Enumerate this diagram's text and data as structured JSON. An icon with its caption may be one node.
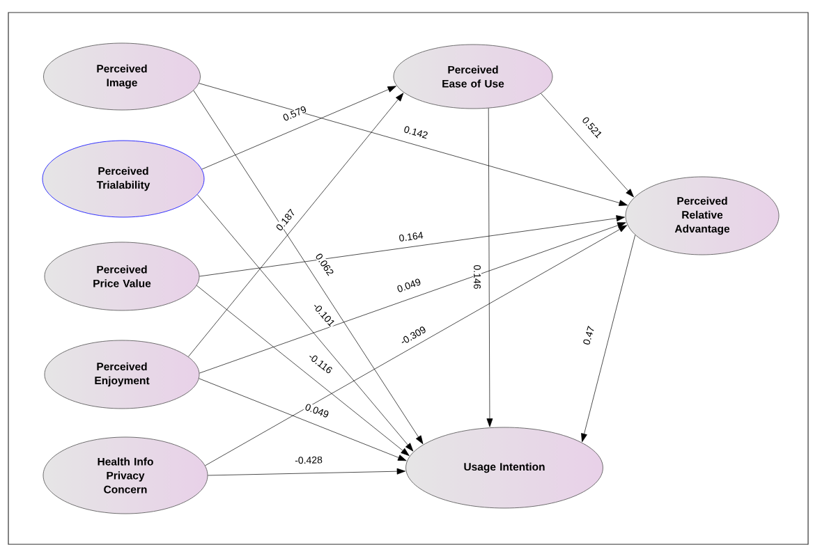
{
  "diagram": {
    "nodes": [
      {
        "text": [
          "Perceived Image"
        ]
      },
      {
        "text": [
          "Perceived Trialability"
        ]
      },
      {
        "text": [
          "Perceived Price Value"
        ]
      },
      {
        "text": [
          "Perceived Enjoyment"
        ]
      },
      {
        "text": [
          "Health Info Privacy Concern"
        ]
      },
      {
        "text": [
          "Perceived Ease of Use"
        ]
      },
      {
        "text": [
          "Perceived Relative Advantage"
        ]
      },
      {
        "text": [
          "Usage Intention"
        ]
      }
    ],
    "edges": [
      {
        "from": 0,
        "to": 6,
        "arrow": "to",
        "label": "0.142"
      },
      {
        "from": 0,
        "to": 7,
        "arrow": "to",
        "label": "0.062"
      },
      {
        "from": 1,
        "to": 5,
        "arrow": "to",
        "label": "0.579"
      },
      {
        "from": 1,
        "to": 7,
        "arrow": "to",
        "label": "-0.101"
      },
      {
        "from": 2,
        "to": 6,
        "arrow": "to",
        "label": "0.164"
      },
      {
        "from": 2,
        "to": 7,
        "arrow": "to",
        "label": "-0.116"
      },
      {
        "from": 3,
        "to": 5,
        "arrow": "to",
        "label": "0.187"
      },
      {
        "from": 3,
        "to": 6,
        "arrow": "to",
        "label": "0.049"
      },
      {
        "from": 3,
        "to": 7,
        "arrow": "to",
        "label": "0.049"
      },
      {
        "from": 4,
        "to": 6,
        "arrow": "to",
        "label": "-0.309"
      },
      {
        "from": 4,
        "to": 7,
        "arrow": "to",
        "label": "-0.428"
      },
      {
        "from": 5,
        "to": 6,
        "arrow": "to",
        "label": "0.521"
      },
      {
        "from": 5,
        "to": 7,
        "arrow": "to",
        "label": "0.146"
      },
      {
        "from": 6,
        "to": 7,
        "arrow": "to",
        "label": "0.47"
      }
    ]
  }
}
